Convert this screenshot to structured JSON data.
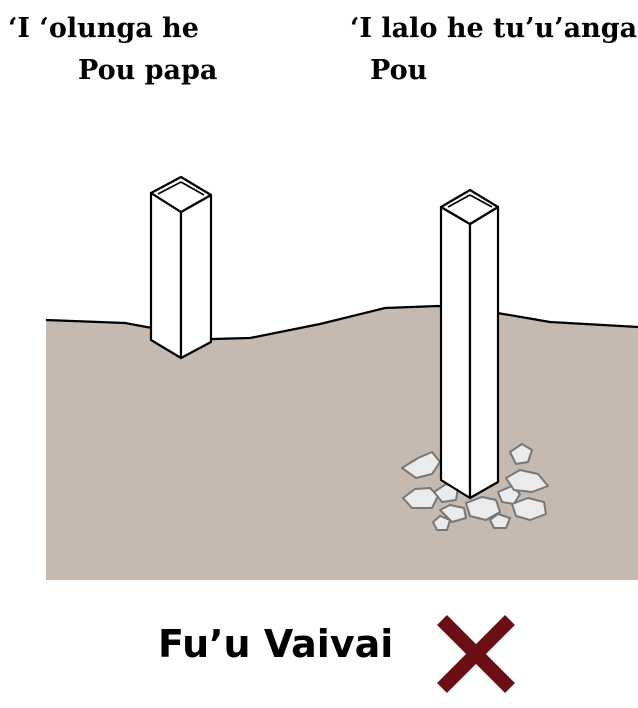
{
  "labels": {
    "left": {
      "line1": "‘I ‘olunga he",
      "line2": "Pou papa"
    },
    "right": {
      "line1": "‘I lalo he tu’u’anga",
      "line2": "Pou"
    }
  },
  "caption": "Fu’u Vaivai",
  "colors": {
    "ground": "#c6b9af",
    "post_fill": "#ffffff",
    "outline": "#000000",
    "stone_fill": "#ebebeb",
    "stone_outline": "#777777",
    "cross": "#6b0f14"
  },
  "icons": {
    "cross": "x-mark-icon"
  }
}
